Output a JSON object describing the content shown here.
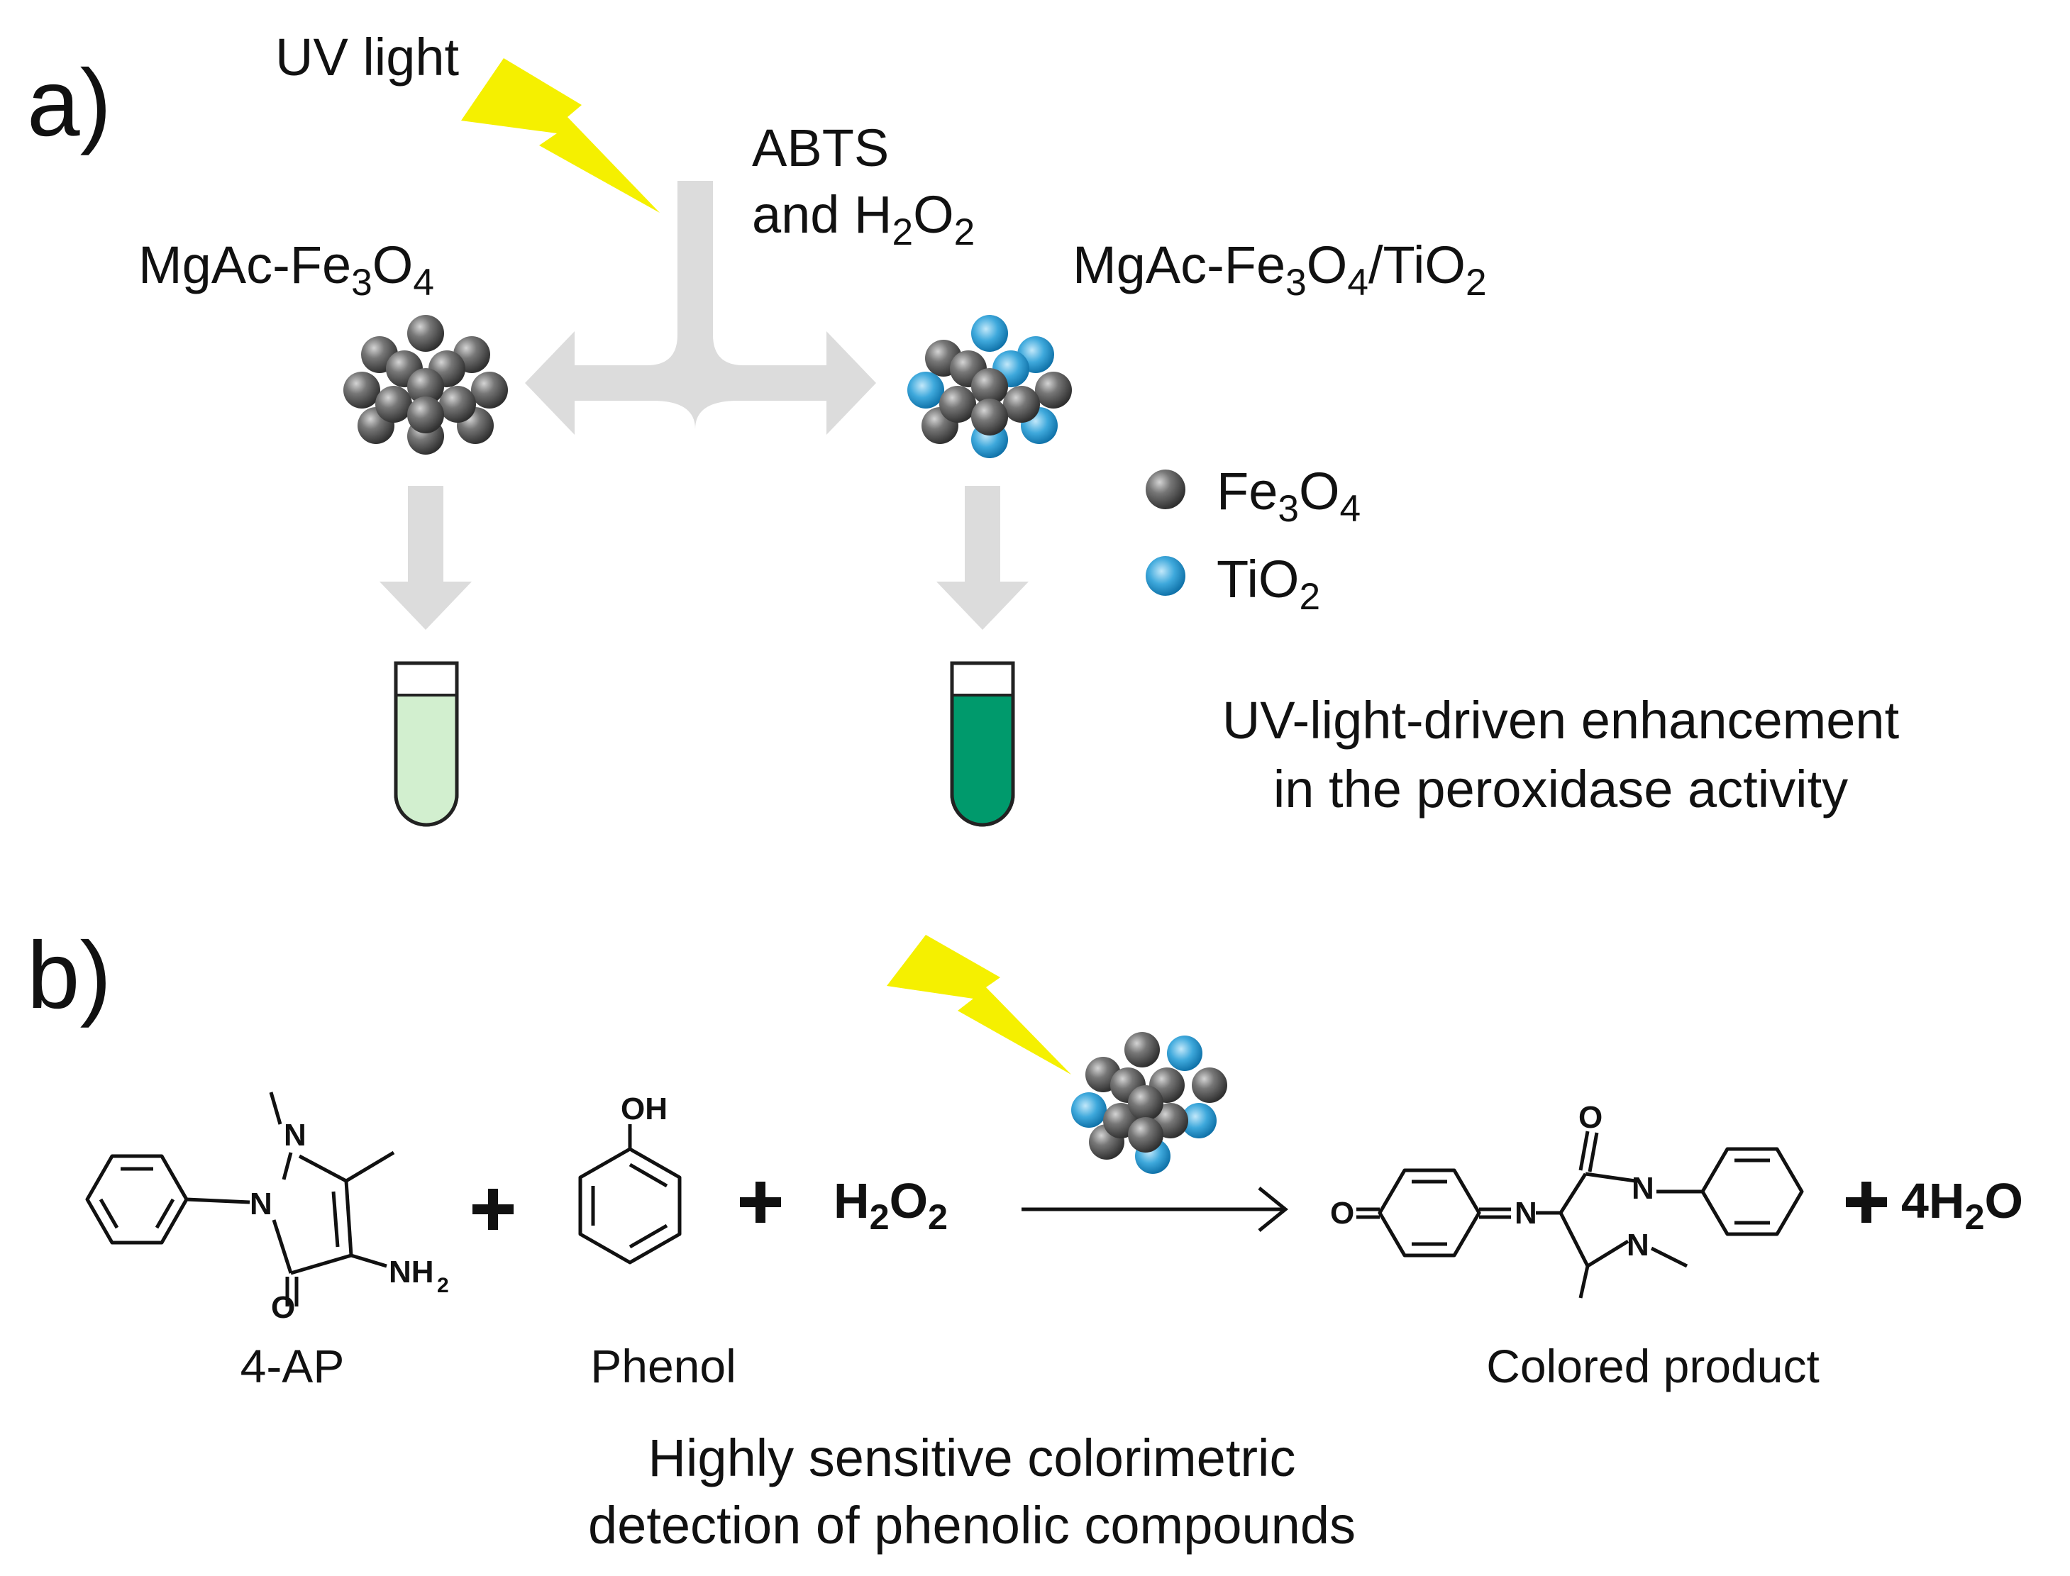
{
  "panel_a": {
    "letter": "a)",
    "uv_label": "UV light",
    "reagent_line1": "ABTS",
    "reagent_line2_prefix": "and H",
    "reagent_line2_sub1": "2",
    "reagent_line2_mid": "O",
    "reagent_line2_sub2": "2",
    "left_catalyst_prefix": "MgAc-Fe",
    "left_catalyst_sub1": "3",
    "left_catalyst_mid": "O",
    "left_catalyst_sub2": "4",
    "right_catalyst_prefix": "MgAc-Fe",
    "right_catalyst_sub1": "3",
    "right_catalyst_mid": "O",
    "right_catalyst_sub2": "4",
    "right_catalyst_suffix": "/TiO",
    "right_catalyst_sub3": "2",
    "legend_fe_prefix": "Fe",
    "legend_fe_sub1": "3",
    "legend_fe_mid": "O",
    "legend_fe_sub2": "4",
    "legend_ti_prefix": "TiO",
    "legend_ti_sub": "2",
    "caption_line1": "UV-light-driven enhancement",
    "caption_line2": "in the peroxidase activity"
  },
  "panel_b": {
    "letter": "b)",
    "reactant1_label": "4-AP",
    "reactant2_label": "Phenol",
    "h2o2_prefix": "H",
    "h2o2_sub1": "2",
    "h2o2_mid": "O",
    "h2o2_sub2": "2",
    "product_label": "Colored product",
    "water_prefix": "4H",
    "water_sub": "2",
    "water_suffix": "O",
    "caption_line1": "Highly sensitive colorimetric",
    "caption_line2": "detection of phenolic compounds",
    "atoms": {
      "n": "N",
      "o": "O",
      "oh": "OH",
      "nh2": "NH",
      "nh2_sub": "2"
    }
  },
  "colors": {
    "fe3o4_sphere": "#5a5a5a",
    "tio2_sphere": "#1a86c0",
    "uv_bolt": "#f5f000",
    "arrow_gray": "#dcdcdc",
    "tube_light_green": "#d2efcf",
    "tube_dark_green": "#009a6c"
  }
}
